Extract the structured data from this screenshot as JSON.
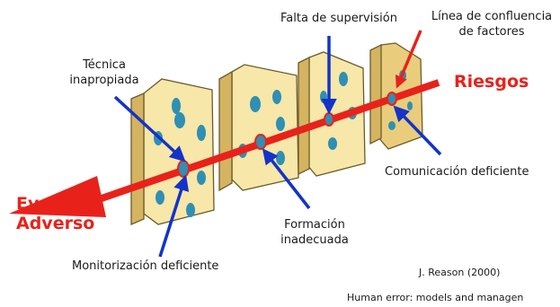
{
  "labels": {
    "tecnica": [
      "Técnica",
      "inapropiada"
    ],
    "falta": "Falta de supervisión",
    "linea": [
      "Línea de confluencia",
      "de factores"
    ],
    "riesgos": "Riesgos",
    "comunicacion": "Comunicación deficiente",
    "evento": [
      "Evento",
      "Adverso"
    ],
    "formacion": [
      "Formación",
      "inadecuada"
    ],
    "monitorizacion": "Monitorización deficiente"
  },
  "citation": {
    "author": "J. Reason (2000)",
    "work": "Human error: models and managen"
  },
  "colors": {
    "cheese": "#f7e7a8",
    "cheese_side": "#e9cd7c",
    "cheese_outline": "#6b5b2b",
    "hole": "#2f8fb4",
    "arrow_red": "#e8221b",
    "pointer_blue": "#1433c8"
  }
}
